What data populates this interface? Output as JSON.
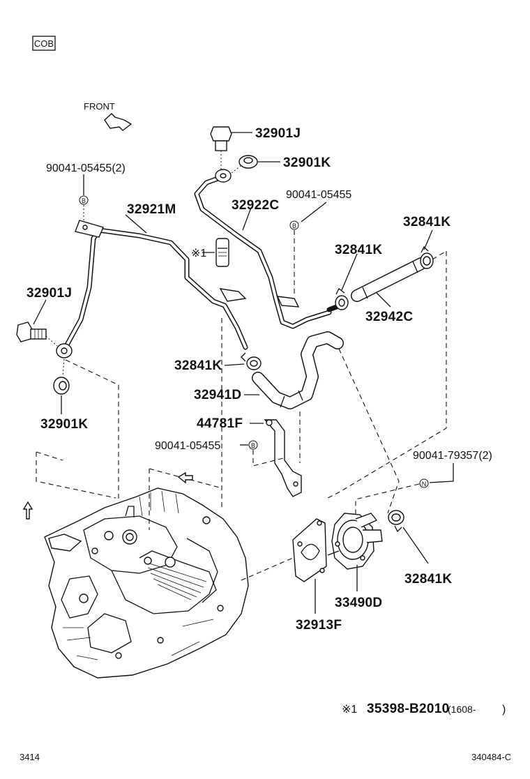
{
  "code_box": "COB",
  "front_label": "FRONT",
  "callouts": {
    "p32901J_top": "32901J",
    "p32901K_top": "32901K",
    "p90041_05455_2": "90041-05455(2)",
    "p90041_05455_b": "90041-05455",
    "p32921M": "32921M",
    "p32922C": "32922C",
    "p32841K_a": "32841K",
    "p32841K_b": "32841K",
    "p32941D": "32941D",
    "p32901J_left": "32901J",
    "p32901K_left": "32901K",
    "p32942C": "32942C",
    "p32841K_c": "32841K",
    "p44781F": "44781F",
    "p90041_05455_c": "90041-05455",
    "p90041_79357_2": "90041-79357(2)",
    "p33490D": "33490D",
    "p32841K_d": "32841K",
    "p32913F": "32913F",
    "mark1": "※1"
  },
  "circle_letters": {
    "b1": "B",
    "b2": "B",
    "b3": "B",
    "n1": "N"
  },
  "footnote": {
    "mark": "※1",
    "part": "35398-B2010",
    "range": "(1608-",
    "close": ")"
  },
  "footer": {
    "left": "3414",
    "right": "340484-C"
  }
}
